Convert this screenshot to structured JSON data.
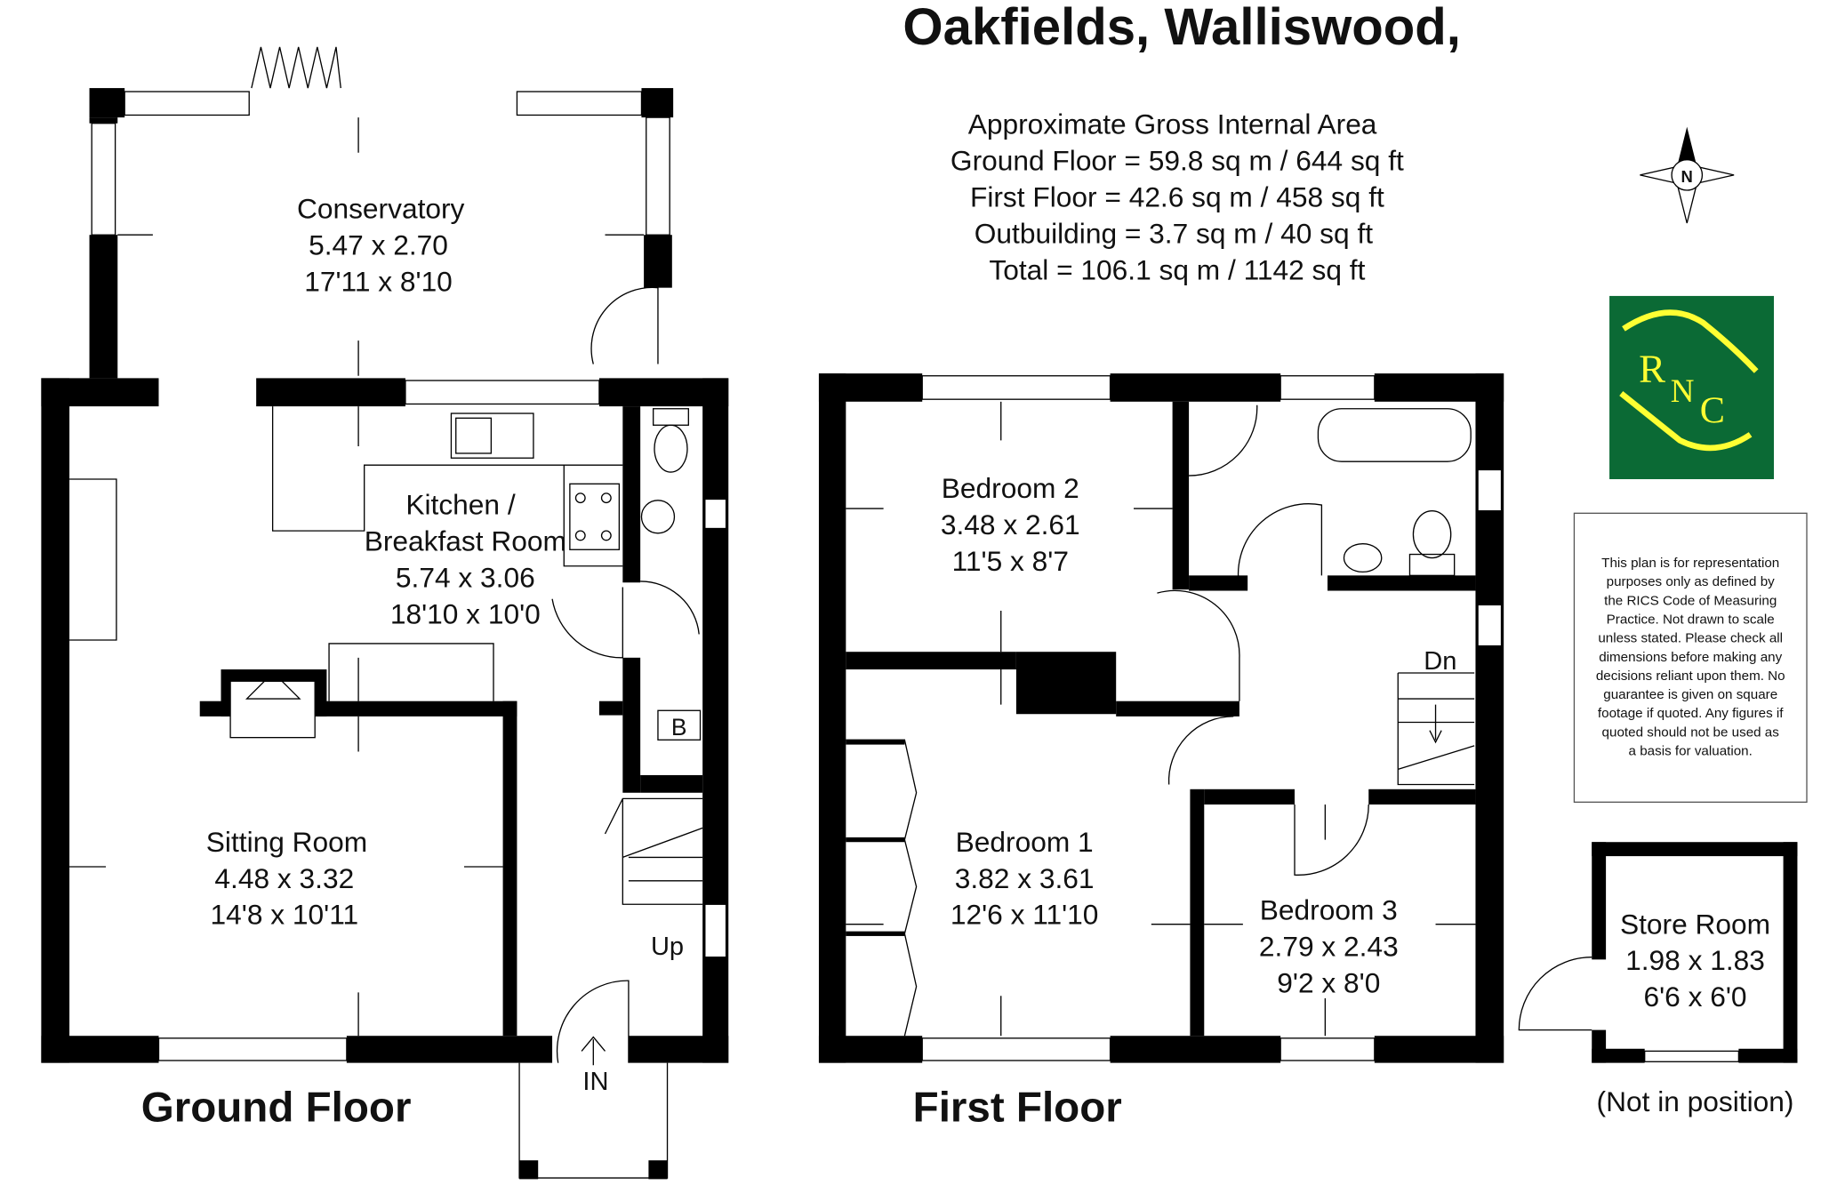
{
  "title": "Oakfields, Walliswood,",
  "area": {
    "heading": "Approximate Gross Internal Area",
    "lines": [
      "Ground Floor = 59.8 sq m / 644 sq ft",
      "First Floor = 42.6 sq m / 458 sq ft",
      "Outbuilding = 3.7 sq m / 40 sq ft",
      "Total = 106.1 sq m / 1142 sq ft"
    ]
  },
  "compass": {
    "label": "N"
  },
  "logo": {
    "text": "RNC",
    "bg": "#0b6a35",
    "fg": "#ffff33"
  },
  "disclaimer": [
    "This plan is for representation",
    "purposes only as defined by",
    "the RICS Code of Measuring",
    "Practice. Not drawn to scale",
    "unless stated. Please check all",
    "dimensions before making any",
    "decisions reliant upon them. No",
    "guarantee is given on square",
    "footage if quoted. Any figures if",
    "quoted should not be used as",
    "a basis for valuation."
  ],
  "ground_floor": {
    "label": "Ground Floor",
    "rooms": [
      {
        "name": "Conservatory",
        "metric": "5.47 x 2.70",
        "imperial": "17'11 x 8'10"
      },
      {
        "name": "Kitchen /",
        "name2": "Breakfast Room",
        "metric": "5.74 x 3.06",
        "imperial": "18'10 x 10'0"
      },
      {
        "name": "Sitting Room",
        "metric": "4.48 x 3.32",
        "imperial": "14'8 x 10'11"
      }
    ],
    "boiler": "B",
    "stairs": "Up",
    "entrance": "IN"
  },
  "first_floor": {
    "label": "First Floor",
    "rooms": [
      {
        "name": "Bedroom 2",
        "metric": "3.48 x 2.61",
        "imperial": "11'5 x 8'7"
      },
      {
        "name": "Bedroom 1",
        "metric": "3.82 x 3.61",
        "imperial": "12'6 x 11'10"
      },
      {
        "name": "Bedroom 3",
        "metric": "2.79 x 2.43",
        "imperial": "9'2 x 8'0"
      }
    ],
    "stairs": "Dn"
  },
  "outbuilding": {
    "name": "Store Room",
    "metric": "1.98 x 1.83",
    "imperial": "6'6 x 6'0",
    "note": "(Not in position)"
  }
}
